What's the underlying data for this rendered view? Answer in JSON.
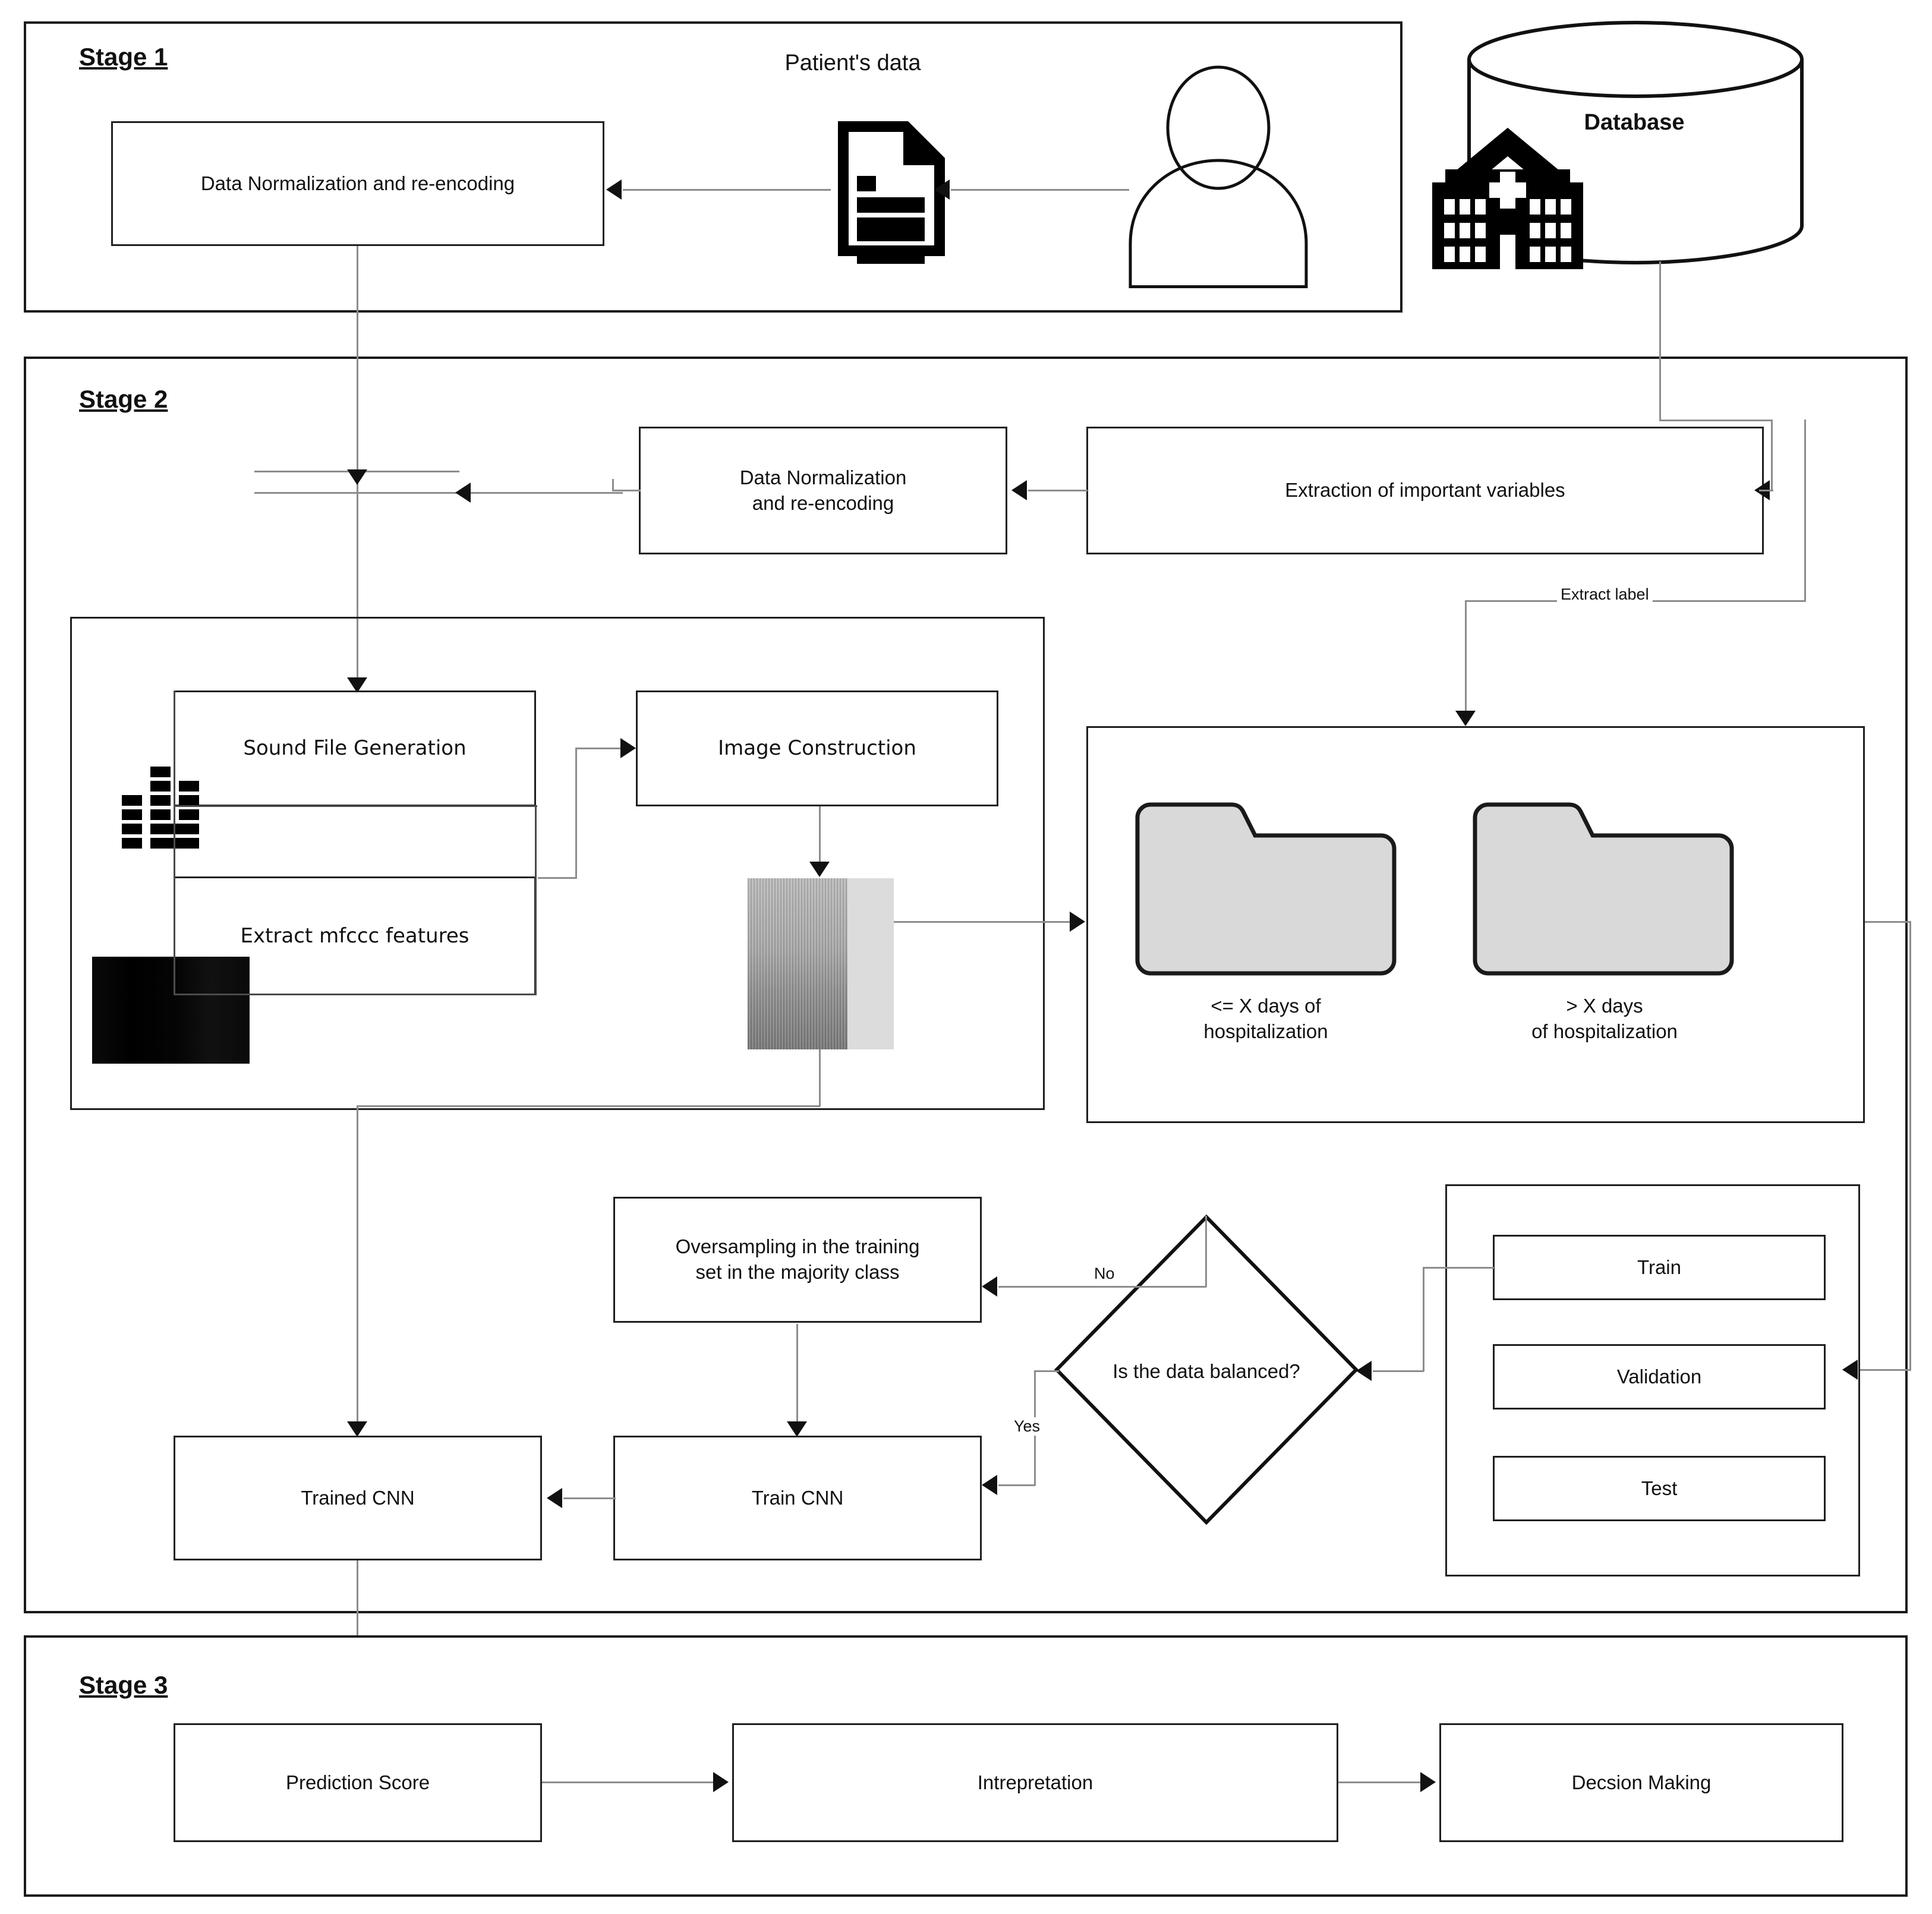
{
  "stages": {
    "stage1": {
      "label": "Stage 1"
    },
    "stage2": {
      "label": "Stage 2"
    },
    "stage3": {
      "label": "Stage 3"
    }
  },
  "stage1": {
    "normalization_box": "Data Normalization and re-encoding",
    "patient_data_label": "Patient's data",
    "document_icon": "document-icon",
    "person_icon": "person-icon"
  },
  "database": {
    "label": "Database",
    "cylinder_icon": "database-cylinder-icon",
    "hospital_icon": "hospital-icon"
  },
  "stage2": {
    "normalization_box": "Data Normalization\nand re-encoding",
    "extraction_box": "Extraction of important variables",
    "extract_label_edge": "Extract label",
    "sound_file_box": "Sound File Generation",
    "image_construction_box": "Image Construction",
    "extract_mfcc_box": "Extract mfccc features",
    "equalizer_icon": "audio-equalizer-icon",
    "mfcc_image": "mfcc-feature-image",
    "spectrogram_image": "spectrogram-image",
    "folders": [
      {
        "icon": "folder-icon",
        "label": "<= X days of\nhospitalization"
      },
      {
        "icon": "folder-icon",
        "label": "> X days\nof hospitalization"
      }
    ],
    "oversampling_box": "Oversampling in the training\nset in the majority class",
    "decision_box": "Is the data balanced?",
    "edge_no": "No",
    "edge_yes": "Yes",
    "train_cnn_box": "Train CNN",
    "trained_cnn_box": "Trained CNN",
    "split_items": [
      "Train",
      "Validation",
      "Test"
    ]
  },
  "stage3": {
    "prediction_box": "Prediction Score",
    "interpretation_box": "Intrepretation",
    "decision_making_box": "Decsion Making"
  },
  "colors": {
    "line": "#8d8d8d",
    "stroke": "#1f1f1f",
    "folder_fill": "#d9d9d9",
    "background": "#ffffff"
  }
}
